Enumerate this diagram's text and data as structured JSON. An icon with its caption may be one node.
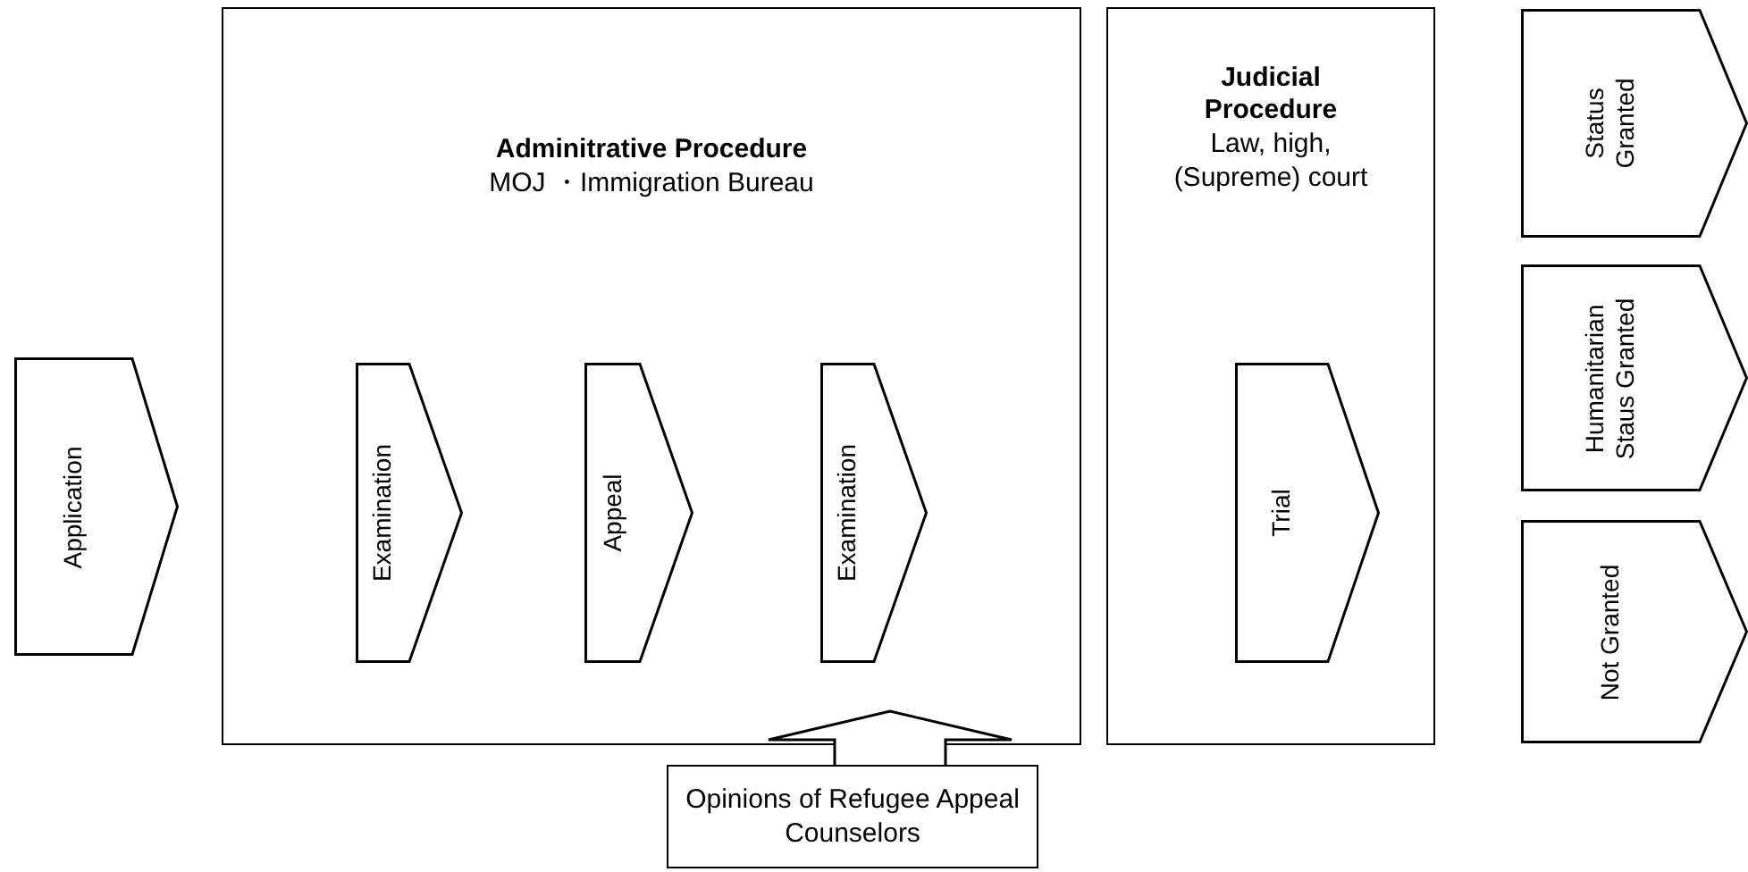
{
  "diagram": {
    "nodes": [
      {
        "text": [
          "Application"
        ]
      },
      {
        "text": [
          "Adminitrative Procedure",
          "MOJ ・Immigration Bureau"
        ]
      },
      {
        "text": [
          "Examination"
        ],
        "in": 1
      },
      {
        "text": [
          "Appeal"
        ],
        "in": 1
      },
      {
        "text": [
          "Examination"
        ],
        "in": 1
      },
      {
        "text": [
          "Judicial Procedure",
          "Law, high, (Supreme) court"
        ]
      },
      {
        "text": [
          "Trial"
        ],
        "in": 5
      },
      {
        "text": [
          "Status Granted"
        ]
      },
      {
        "text": [
          "Humanitarian Staus Granted"
        ]
      },
      {
        "text": [
          "Not Granted"
        ]
      },
      {
        "text": [
          "Opinions of Refugee Appeal Counselors"
        ]
      }
    ],
    "edges": [
      {
        "from": 10,
        "to": 1,
        "arrow": "to"
      }
    ]
  }
}
